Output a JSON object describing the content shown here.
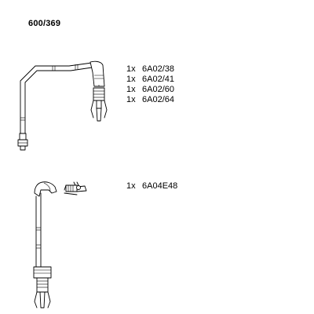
{
  "header": {
    "part_number": "600/369"
  },
  "groups": [
    {
      "items": [
        {
          "qty": "1x",
          "code": "6A02/38"
        },
        {
          "qty": "1x",
          "code": "6A02/41"
        },
        {
          "qty": "1x",
          "code": "6A02/60"
        },
        {
          "qty": "1x",
          "code": "6A02/64"
        }
      ]
    },
    {
      "items": [
        {
          "qty": "1x",
          "code": "6A04E48"
        }
      ]
    }
  ]
}
